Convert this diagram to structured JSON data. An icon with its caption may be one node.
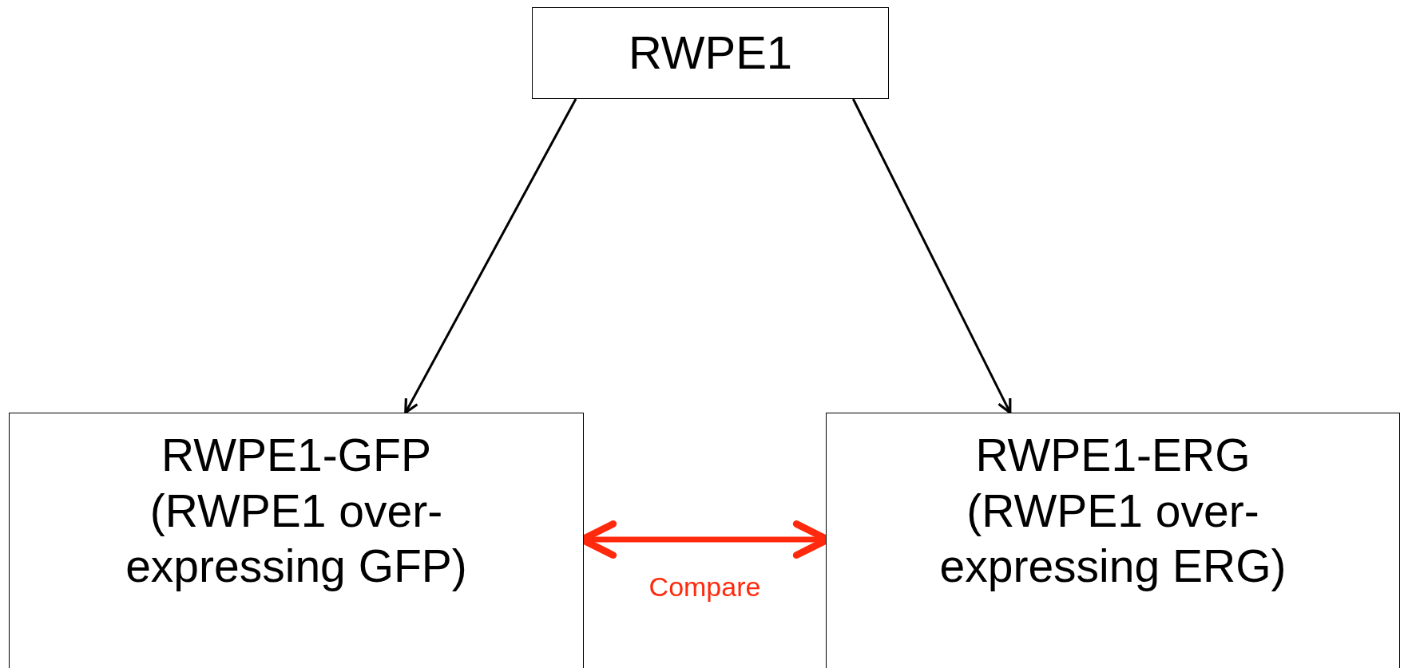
{
  "diagram": {
    "nodes": [
      {
        "text": [
          "RWPE1"
        ]
      },
      {
        "text": [
          "RWPE1-GFP",
          "(RWPE1 over-expressing GFP)"
        ]
      },
      {
        "text": [
          "RWPE1-ERG",
          "(RWPE1 over-expressing ERG)"
        ]
      }
    ],
    "edges": [
      {
        "from": 0,
        "to": 1,
        "arrow": "to"
      },
      {
        "from": 0,
        "to": 2,
        "arrow": "to"
      },
      {
        "from": 1,
        "to": 2,
        "arrow": "both",
        "label": "Compare",
        "style": "thick",
        "color": "#ff2a0d"
      }
    ]
  }
}
